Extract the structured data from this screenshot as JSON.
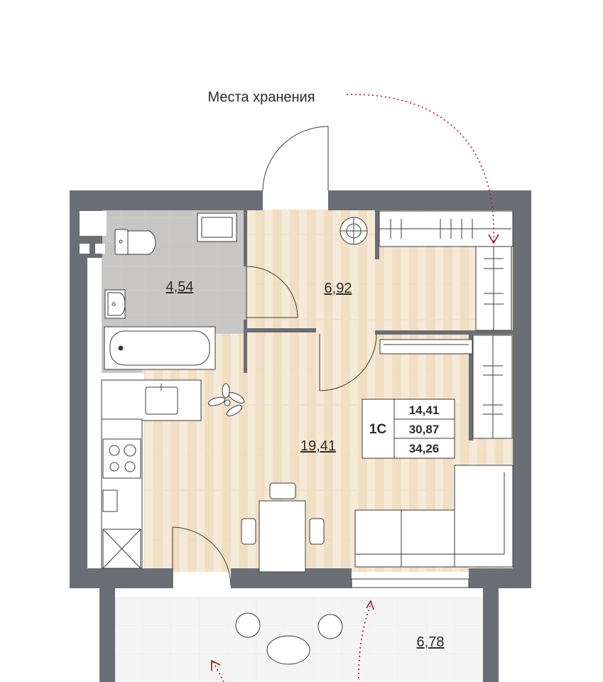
{
  "caption": "Места хранения",
  "rooms": {
    "bathroom": {
      "area": "4,54"
    },
    "hallway": {
      "area": "6,92"
    },
    "living": {
      "area": "19,41"
    },
    "balcony": {
      "area": "6,78"
    }
  },
  "summary": {
    "type": "1С",
    "living_area": "14,41",
    "total_area": "30,87",
    "total_with_balcony": "34,26"
  },
  "colors": {
    "wall": "#6b6f75",
    "floor_wood": "#f4e6d1",
    "floor_tile": "#c6c4c2",
    "balcony_tile": "#f3f3f3",
    "accent_arrow": "#a3162a",
    "furniture_line": "#3a3a3a"
  }
}
